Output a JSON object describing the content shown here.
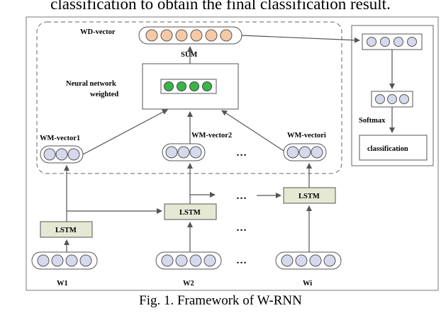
{
  "header_text": "classification to obtain the final classification result.",
  "caption": "Fig. 1. Framework of W-RNN",
  "diagram": {
    "wd_vector_label": "WD-vector",
    "sum_label": "SUM",
    "nn_label_line1": "Neural network",
    "nn_label_line2": "weighted",
    "wm_vector_labels": [
      "WM-vector1",
      "WM-vector2",
      "WM-vectori"
    ],
    "lstm_label": "LSTM",
    "word_labels": [
      "W1",
      "W2",
      "Wi"
    ],
    "softmax_label": "Softmax",
    "classification_label": "classification",
    "ellipsis": "…",
    "colors": {
      "orange_node": "#f6c9a6",
      "green_node": "#39b548",
      "lavender_node": "#d6d8ec",
      "lstm_fill": "#e5e8d3",
      "line": "#555555"
    }
  }
}
